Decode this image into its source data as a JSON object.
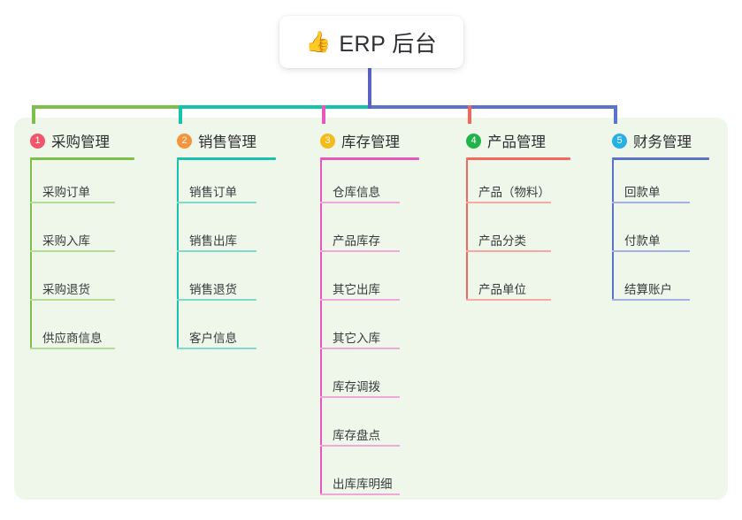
{
  "root": {
    "icon": "thumbs-up-icon",
    "emoji": "👍",
    "title": "ERP 后台"
  },
  "palette": {
    "panel_bg": "#eef7e9",
    "root_text": "#2f2f33",
    "stem": "#5b62c0"
  },
  "columns": [
    {
      "number": "1",
      "title": "采购管理",
      "badge_color": "#f2566a",
      "line_color": "#7cbf4b",
      "item_line_color": "#b3dd94",
      "items": [
        {
          "label": "采购订单"
        },
        {
          "label": "采购入库"
        },
        {
          "label": "采购退货"
        },
        {
          "label": "供应商信息"
        }
      ]
    },
    {
      "number": "2",
      "title": "销售管理",
      "badge_color": "#f5943d",
      "line_color": "#18c3ae",
      "item_line_color": "#7fd9cd",
      "items": [
        {
          "label": "销售订单"
        },
        {
          "label": "销售出库"
        },
        {
          "label": "销售退货"
        },
        {
          "label": "客户信息"
        }
      ]
    },
    {
      "number": "3",
      "title": "库存管理",
      "badge_color": "#f5bb1d",
      "line_color": "#e857bd",
      "item_line_color": "#f0a8d8",
      "items": [
        {
          "label": "仓库信息"
        },
        {
          "label": "产品库存"
        },
        {
          "label": "其它出库"
        },
        {
          "label": "其它入库"
        },
        {
          "label": "库存调拨"
        },
        {
          "label": "库存盘点"
        },
        {
          "label": "出库库明细"
        }
      ]
    },
    {
      "number": "4",
      "title": "产品管理",
      "badge_color": "#21b34a",
      "line_color": "#f4675c",
      "item_line_color": "#f7a9a1",
      "items": [
        {
          "label": "产品（物料）"
        },
        {
          "label": "产品分类"
        },
        {
          "label": "产品单位"
        }
      ]
    },
    {
      "number": "5",
      "title": "财务管理",
      "badge_color": "#27b0e6",
      "line_color": "#5b73c8",
      "item_line_color": "#a3b2e0",
      "items": [
        {
          "label": "回款单"
        },
        {
          "label": "付款单"
        },
        {
          "label": "结算账户"
        }
      ]
    }
  ],
  "connector": {
    "segments": [
      {
        "color": "#7cbf4b"
      },
      {
        "color": "#18c3ae"
      },
      {
        "color": "#5b73c8"
      }
    ]
  }
}
